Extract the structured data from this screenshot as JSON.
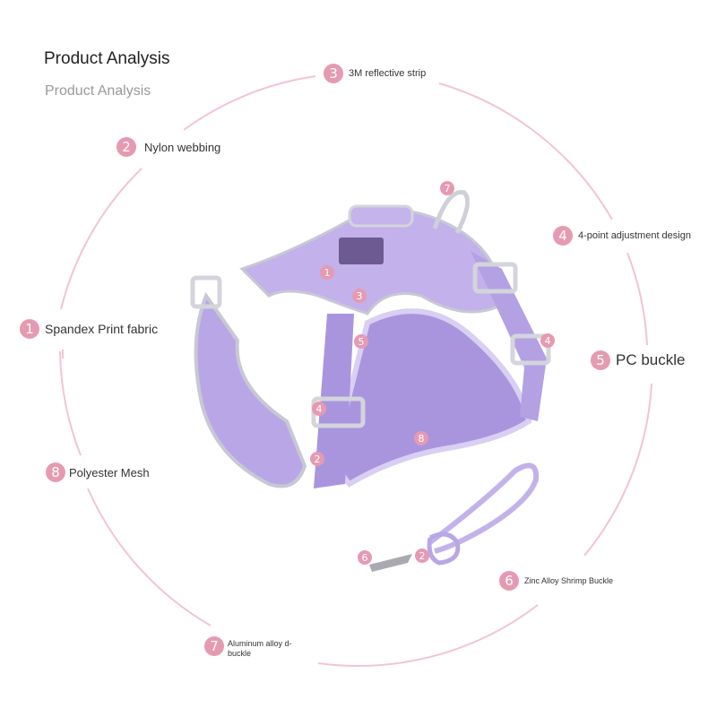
{
  "header": {
    "title": "Product Analysis",
    "subtitle": "Product Analysis"
  },
  "callouts": [
    {
      "num": "3",
      "label": "3M reflective strip"
    },
    {
      "num": "2",
      "label": "Nylon webbing"
    },
    {
      "num": "4",
      "label": "4-point adjustment design"
    },
    {
      "num": "1",
      "label": "Spandex Print fabric"
    },
    {
      "num": "5",
      "label": "PC buckle"
    },
    {
      "num": "8",
      "label": "Polyester Mesh"
    },
    {
      "num": "6",
      "label": "Zinc Alloy Shrimp Buckle"
    },
    {
      "num": "7",
      "label": "Aluminum alloy d-buckle"
    }
  ],
  "pins": [
    "7",
    "1",
    "3",
    "5",
    "4",
    "4",
    "8",
    "2",
    "6",
    "2"
  ],
  "colors": {
    "accent": "#e69ab2",
    "harness": "#b9a6e6",
    "harness_dark": "#9d87d6",
    "ring": "#f2c4d3"
  }
}
